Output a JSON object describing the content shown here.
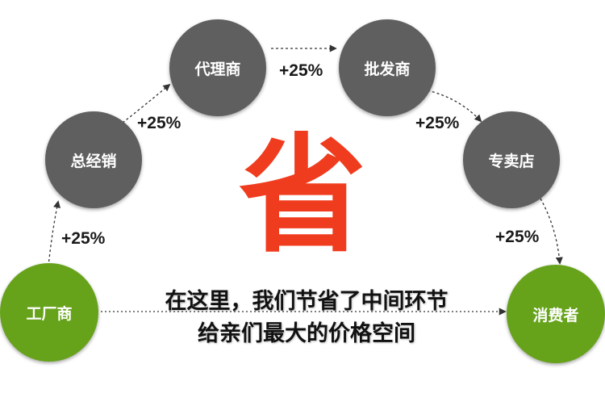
{
  "nodes": {
    "factory": "工厂商",
    "distributor": "总经销",
    "agent": "代理商",
    "wholesaler": "批发商",
    "store": "专卖店",
    "consumer": "消费者"
  },
  "markups": [
    "+25%",
    "+25%",
    "+25%",
    "+25%",
    "+25%"
  ],
  "center_char": "省",
  "caption": {
    "line1": "在这里，我们节省了中间环节",
    "line2": "给亲们最大的价格空间"
  },
  "colors": {
    "gray_node": "#5f5f5f",
    "green_node": "#66a31a",
    "accent_red": "#f03c1e",
    "arrow": "#333333"
  }
}
